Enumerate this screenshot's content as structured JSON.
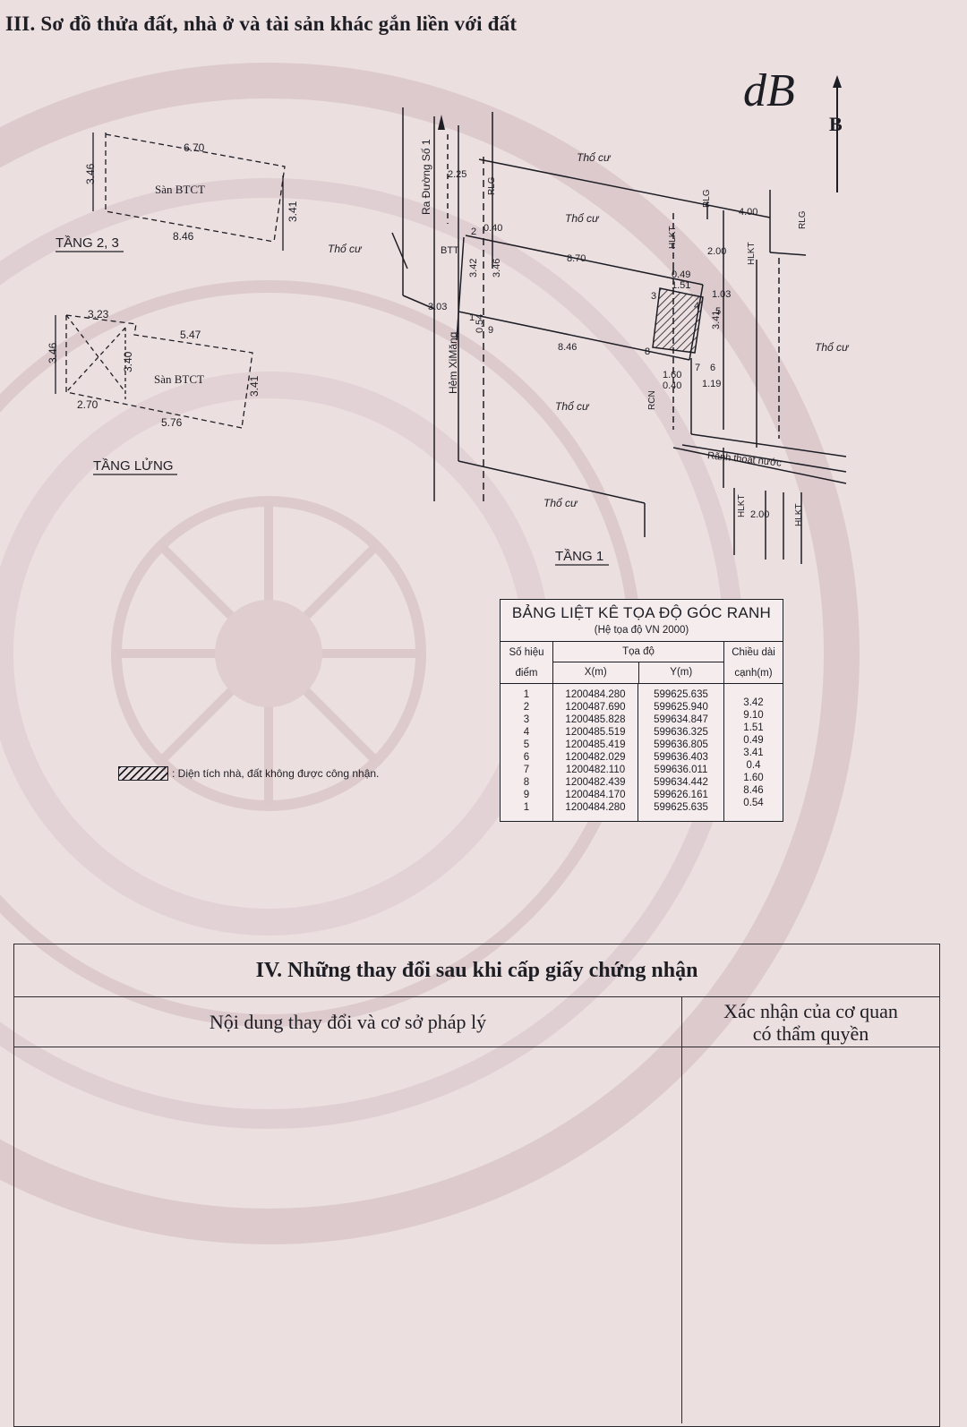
{
  "section_iii_title": "III. Sơ đồ thửa đất, nhà ở và tài sản khác gắn liền với đất",
  "signature_mark": "dB",
  "north_arrow": "B",
  "floor_23": {
    "label": "TẦNG 2, 3",
    "slab": "Sàn BTCT",
    "dims": {
      "top": "6.70",
      "bottom": "8.46",
      "left": "3.46",
      "right": "3.41"
    }
  },
  "floor_mezz": {
    "label": "TẦNG LỬNG",
    "slab": "Sàn BTCT",
    "dims": {
      "top_left": "3.23",
      "top_right": "5.47",
      "left": "3.46",
      "inner": "3.40",
      "bottom_left": "2.70",
      "bottom": "5.76",
      "right": "3.41"
    }
  },
  "floor_1": {
    "label": "TẦNG 1",
    "neighbor": "Thổ cư",
    "road_a": "Ra Đường Số 1",
    "road_b": "Hẻm XiMăng",
    "drain": "Rãnh thoát nước",
    "codes": {
      "rlg": "RLG",
      "hlkt": "HLKT",
      "rcn": "RCN",
      "btt": "BTT"
    },
    "dims": {
      "d225": "2.25",
      "d040": "0.40",
      "d870": "8.70",
      "d342": "3.42",
      "d346": "3.46",
      "d303": "3.03",
      "d054": "0.54",
      "d846": "8.46",
      "d400": "4.00",
      "d200": "2.00",
      "d049": "0.49",
      "d151": "1.51",
      "d103": "1.03",
      "d341": "3.41",
      "d160": "1.60",
      "d040b": "0.40",
      "d119": "1.19",
      "d200b": "2.00"
    },
    "points": [
      "1",
      "2",
      "3",
      "4",
      "5",
      "6",
      "7",
      "8",
      "9"
    ]
  },
  "coord_table": {
    "title": "BẢNG LIỆT KÊ TỌA ĐỘ GÓC RANH",
    "subtitle": "(Hệ tọa độ VN 2000)",
    "h_point_1": "Số hiệu",
    "h_point_2": "điểm",
    "h_coord": "Tọa độ",
    "h_x": "X(m)",
    "h_y": "Y(m)",
    "h_len_1": "Chiều dài",
    "h_len_2": "cạnh(m)",
    "rows": [
      {
        "p": "1",
        "x": "1200484.280",
        "y": "599625.635"
      },
      {
        "p": "2",
        "x": "1200487.690",
        "y": "599625.940"
      },
      {
        "p": "3",
        "x": "1200485.828",
        "y": "599634.847"
      },
      {
        "p": "4",
        "x": "1200485.519",
        "y": "599636.325"
      },
      {
        "p": "5",
        "x": "1200485.419",
        "y": "599636.805"
      },
      {
        "p": "6",
        "x": "1200482.029",
        "y": "599636.403"
      },
      {
        "p": "7",
        "x": "1200482.110",
        "y": "599636.011"
      },
      {
        "p": "8",
        "x": "1200482.439",
        "y": "599634.442"
      },
      {
        "p": "9",
        "x": "1200484.170",
        "y": "599626.161"
      },
      {
        "p": "1",
        "x": "1200484.280",
        "y": "599625.635"
      }
    ],
    "lengths": [
      "3.42",
      "9.10",
      "1.51",
      "0.49",
      "3.41",
      "0.4",
      "1.60",
      "8.46",
      "0.54"
    ]
  },
  "legend_text": ": Diện tích nhà, đất không được công nhận.",
  "section_iv": {
    "title": "IV. Những thay đổi sau khi cấp giấy chứng nhận",
    "col_left": "Nội dung thay đổi và cơ sở pháp lý",
    "col_right_1": "Xác nhận của cơ quan",
    "col_right_2": "có thẩm quyền"
  }
}
